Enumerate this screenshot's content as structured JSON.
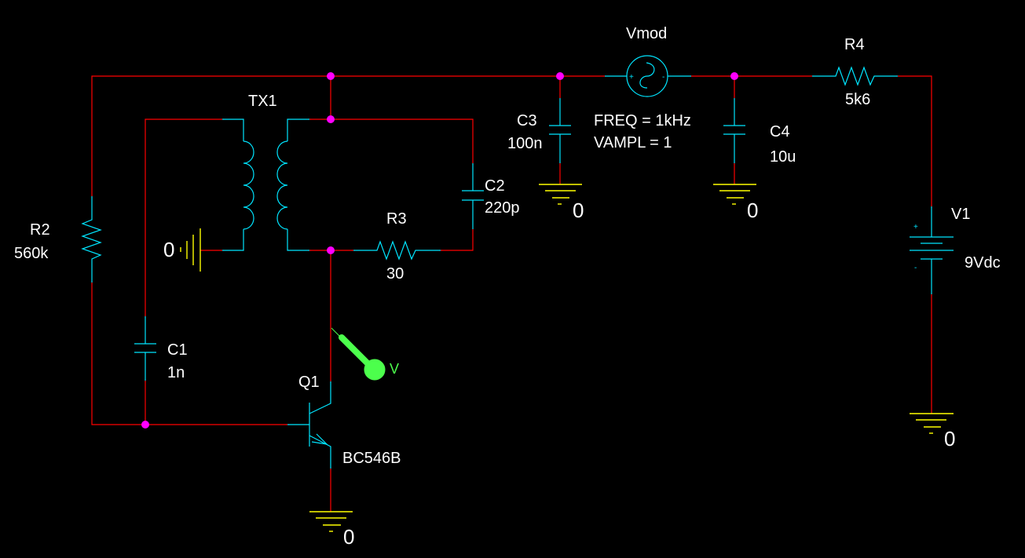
{
  "title": "Oscillator circuit schematic",
  "colors": {
    "background": "#000000",
    "wire": "#ff0000",
    "component": "#00e5ff",
    "ground": "#ffff00",
    "junction": "#ff00ff",
    "probe": "#4cff4c",
    "text": "#ffffff"
  },
  "components": {
    "R2": {
      "ref": "R2",
      "value": "560k"
    },
    "TX1": {
      "ref": "TX1"
    },
    "R3": {
      "ref": "R3",
      "value": "30"
    },
    "C2": {
      "ref": "C2",
      "value": "220p"
    },
    "C1": {
      "ref": "C1",
      "value": "1n"
    },
    "Q1": {
      "ref": "Q1",
      "value": "BC546B"
    },
    "C3": {
      "ref": "C3",
      "value": "100n"
    },
    "Vmod": {
      "ref": "Vmod",
      "freq": "FREQ = 1kHz",
      "vampl": "VAMPL = 1"
    },
    "C4": {
      "ref": "C4",
      "value": "10u"
    },
    "R4": {
      "ref": "R4",
      "value": "5k6"
    },
    "V1": {
      "ref": "V1",
      "value": "9Vdc",
      "plus": "+",
      "minus": "-"
    }
  },
  "grounds": {
    "tx1": "0",
    "q1": "0",
    "c3": "0",
    "c4": "0",
    "v1": "0"
  },
  "probe": {
    "label": "V",
    "type": "voltage-probe"
  },
  "vmod_pins": {
    "plus": "+",
    "minus": "-"
  }
}
